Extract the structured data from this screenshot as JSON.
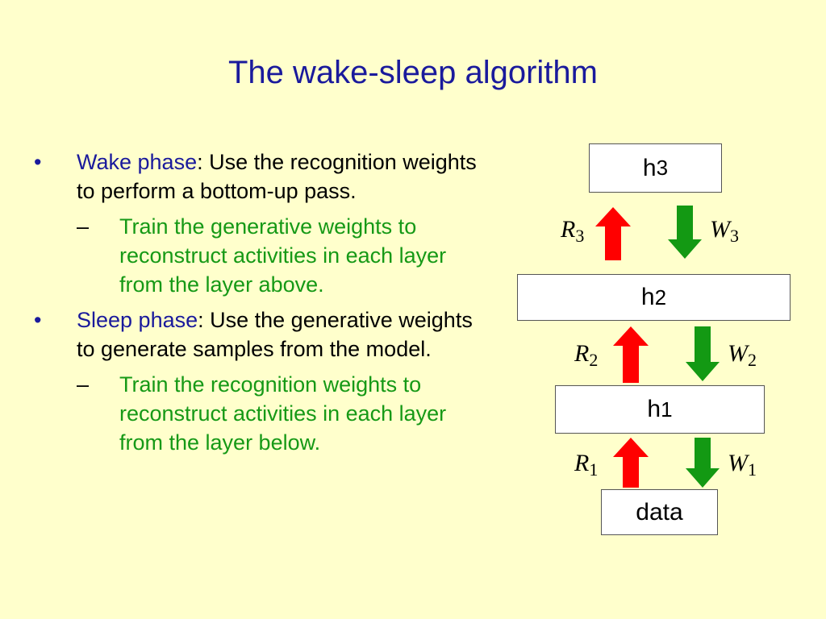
{
  "title": "The wake-sleep algorithm",
  "bullets": [
    {
      "highlight": "Wake phase",
      "rest": ": Use the recognition weights to perform a bottom-up pass.",
      "sub": "Train the generative weights to reconstruct activities in each layer from the layer above."
    },
    {
      "highlight": "Sleep phase",
      "rest": ": Use the generative weights to generate samples from the model.",
      "sub": "Train the recognition weights to reconstruct activities in each layer from the layer below."
    }
  ],
  "bullet_symbol": "•",
  "dash_symbol": "–",
  "layers": {
    "h3": {
      "base": "h",
      "sub": "3"
    },
    "h2": {
      "base": "h",
      "sub": "2"
    },
    "h1": {
      "base": "h",
      "sub": "1"
    },
    "data": {
      "label": "data"
    }
  },
  "weights": {
    "r3": {
      "base": "R",
      "sub": "3"
    },
    "w3": {
      "base": "W",
      "sub": "3"
    },
    "r2": {
      "base": "R",
      "sub": "2"
    },
    "w2": {
      "base": "W",
      "sub": "2"
    },
    "r1": {
      "base": "R",
      "sub": "1"
    },
    "w1": {
      "base": "W",
      "sub": "1"
    }
  },
  "colors": {
    "title": "#1a1a9c",
    "highlight": "#1a1a9c",
    "sub_text": "#169916",
    "recognition_arrow": "#ff0000",
    "generative_arrow": "#139913",
    "background": "#ffffcc"
  }
}
